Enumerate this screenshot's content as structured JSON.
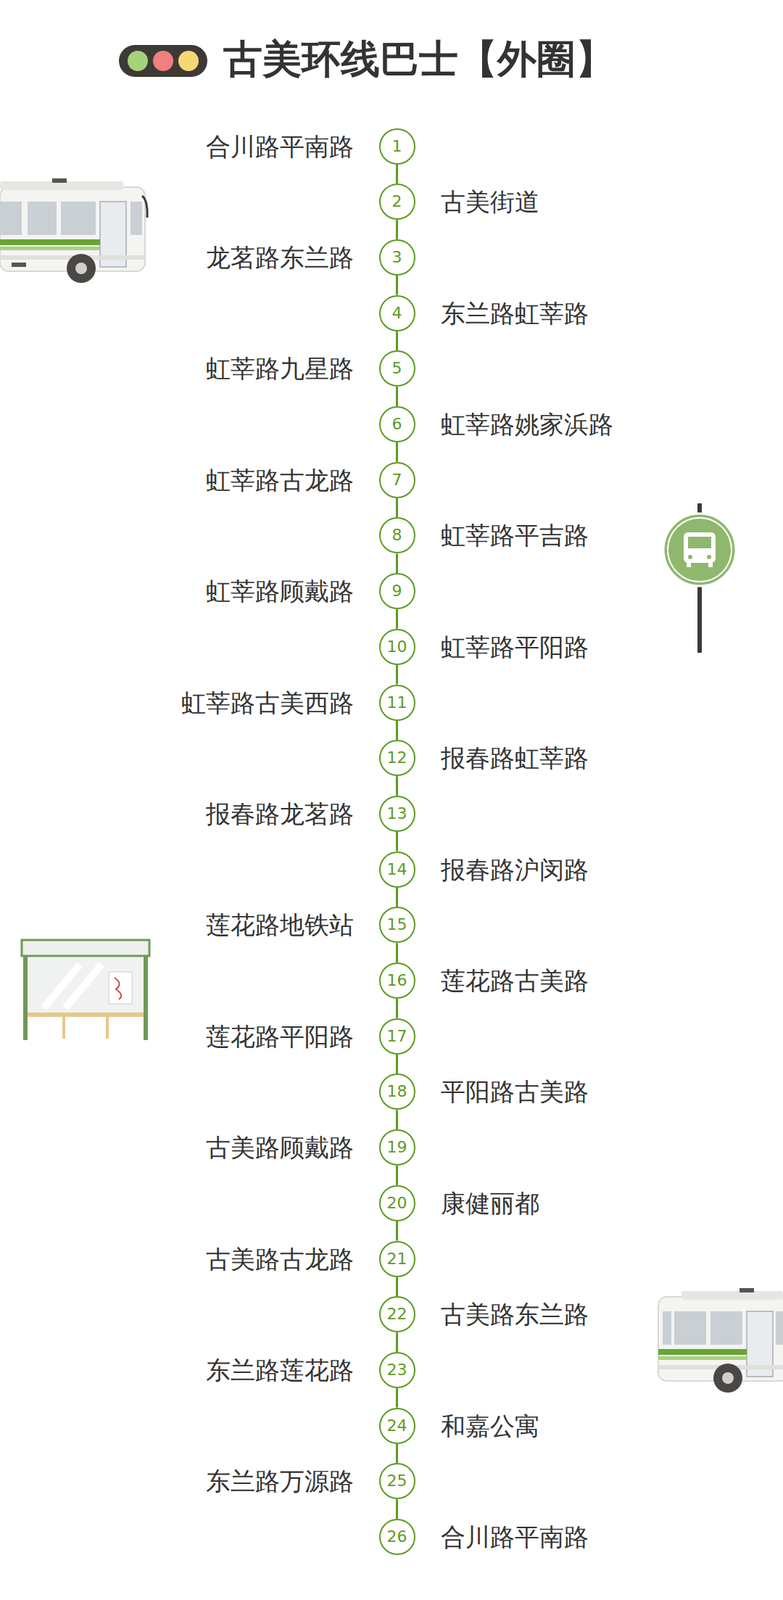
{
  "diagram": {
    "title": "古美环线巴士【外圈】",
    "nodes": [
      {
        "text": [
          "1",
          "合川路平南路"
        ]
      },
      {
        "text": [
          "2",
          "古美街道"
        ]
      },
      {
        "text": [
          "3",
          "龙茗路东兰路"
        ]
      },
      {
        "text": [
          "4",
          "东兰路虹莘路"
        ]
      },
      {
        "text": [
          "5",
          "虹莘路九星路"
        ]
      },
      {
        "text": [
          "6",
          "虹莘路姚家浜路"
        ]
      },
      {
        "text": [
          "7",
          "虹莘路古龙路"
        ]
      },
      {
        "text": [
          "8",
          "虹莘路平吉路"
        ]
      },
      {
        "text": [
          "9",
          "虹莘路顾戴路"
        ]
      },
      {
        "text": [
          "10",
          "虹莘路平阳路"
        ]
      },
      {
        "text": [
          "11",
          "虹莘路古美西路"
        ]
      },
      {
        "text": [
          "12",
          "报春路虹莘路"
        ]
      },
      {
        "text": [
          "13",
          "报春路龙茗路"
        ]
      },
      {
        "text": [
          "14",
          "报春路沪闵路"
        ]
      },
      {
        "text": [
          "15",
          "莲花路地铁站"
        ]
      },
      {
        "text": [
          "16",
          "莲花路古美路"
        ]
      },
      {
        "text": [
          "17",
          "莲花路平阳路"
        ]
      },
      {
        "text": [
          "18",
          "平阳路古美路"
        ]
      },
      {
        "text": [
          "19",
          "古美路顾戴路"
        ]
      },
      {
        "text": [
          "20",
          "康健丽都"
        ]
      },
      {
        "text": [
          "21",
          "古美路古龙路"
        ]
      },
      {
        "text": [
          "22",
          "古美路东兰路"
        ]
      },
      {
        "text": [
          "23",
          "东兰路莲花路"
        ]
      },
      {
        "text": [
          "24",
          "和嘉公寓"
        ]
      },
      {
        "text": [
          "25",
          "东兰路万源路"
        ]
      },
      {
        "text": [
          "26",
          "合川路平南路"
        ]
      }
    ],
    "edges": [
      {
        "from": 0,
        "to": 1,
        "arrow": "none"
      },
      {
        "from": 1,
        "to": 2,
        "arrow": "none"
      },
      {
        "from": 2,
        "to": 3,
        "arrow": "none"
      },
      {
        "from": 3,
        "to": 4,
        "arrow": "none"
      },
      {
        "from": 4,
        "to": 5,
        "arrow": "none"
      },
      {
        "from": 5,
        "to": 6,
        "arrow": "none"
      },
      {
        "from": 6,
        "to": 7,
        "arrow": "none"
      },
      {
        "from": 7,
        "to": 8,
        "arrow": "none"
      },
      {
        "from": 8,
        "to": 9,
        "arrow": "none"
      },
      {
        "from": 9,
        "to": 10,
        "arrow": "none"
      },
      {
        "from": 10,
        "to": 11,
        "arrow": "none"
      },
      {
        "from": 11,
        "to": 12,
        "arrow": "none"
      },
      {
        "from": 12,
        "to": 13,
        "arrow": "none"
      },
      {
        "from": 13,
        "to": 14,
        "arrow": "none"
      },
      {
        "from": 14,
        "to": 15,
        "arrow": "none"
      },
      {
        "from": 15,
        "to": 16,
        "arrow": "none"
      },
      {
        "from": 16,
        "to": 17,
        "arrow": "none"
      },
      {
        "from": 17,
        "to": 18,
        "arrow": "none"
      },
      {
        "from": 18,
        "to": 19,
        "arrow": "none"
      },
      {
        "from": 19,
        "to": 20,
        "arrow": "none"
      },
      {
        "from": 20,
        "to": 21,
        "arrow": "none"
      },
      {
        "from": 21,
        "to": 22,
        "arrow": "none"
      },
      {
        "from": 22,
        "to": 23,
        "arrow": "none"
      },
      {
        "from": 23,
        "to": 24,
        "arrow": "none"
      },
      {
        "from": 24,
        "to": 25,
        "arrow": "none"
      }
    ]
  }
}
